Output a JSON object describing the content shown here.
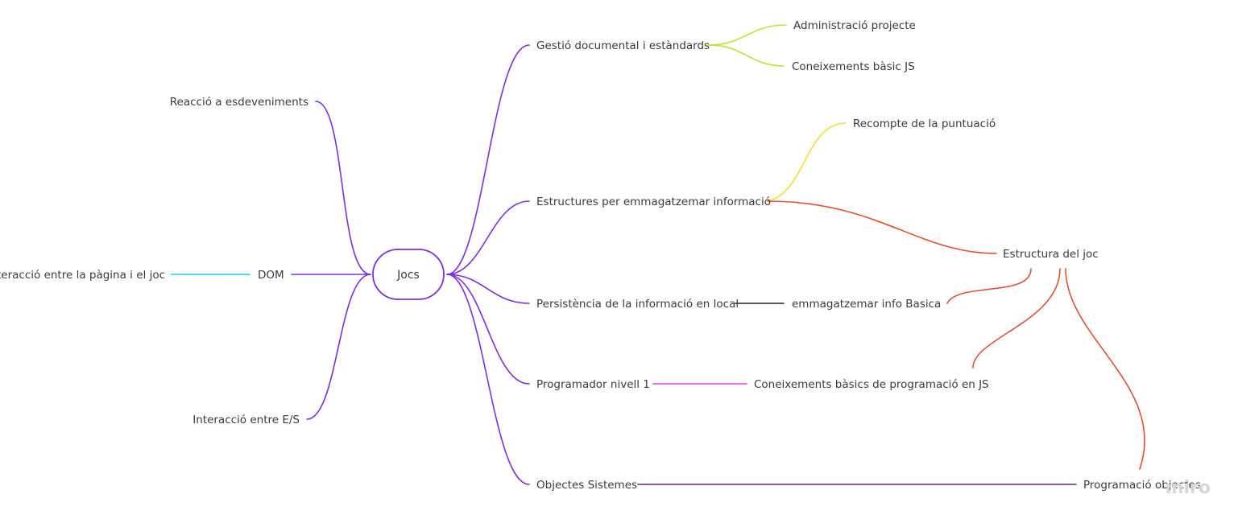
{
  "mindmap": {
    "root": {
      "label": "Jocs"
    },
    "nodes": {
      "gestio": "Gestió documental i estàndards",
      "admin": "Administració projecte",
      "coneix_js": "Coneixements bàsic JS",
      "reaccio": "Reacció a esdeveniments",
      "recompte": "Recompte de la puntuació",
      "estructures": "Estructures per emmagatzemar informació",
      "estructura_joc": "Estructura del joc",
      "interaccio_pagina": "Interacció entre la pàgina i el joc",
      "dom": "DOM",
      "persistencia": "Persistència de la informació en local",
      "emmagatzemar": "emmagatzemar info Basica",
      "programador": "Programador nivell 1",
      "coneix_prog": "Coneixements bàsics de programació en JS",
      "interaccio_es": "Interacció entre E/S",
      "objectes": "Objectes Sistemes",
      "prog_objectes": "Programació objectes"
    },
    "colors": {
      "main": "#7c2fe0",
      "lime": "#c4e03a",
      "yellow": "#f0e030",
      "orange": "#e0502e",
      "cyan": "#1ec8f0",
      "black": "#222222",
      "magenta": "#e040e8",
      "dark_purple": "#6a2a78"
    }
  },
  "watermark": "miro"
}
